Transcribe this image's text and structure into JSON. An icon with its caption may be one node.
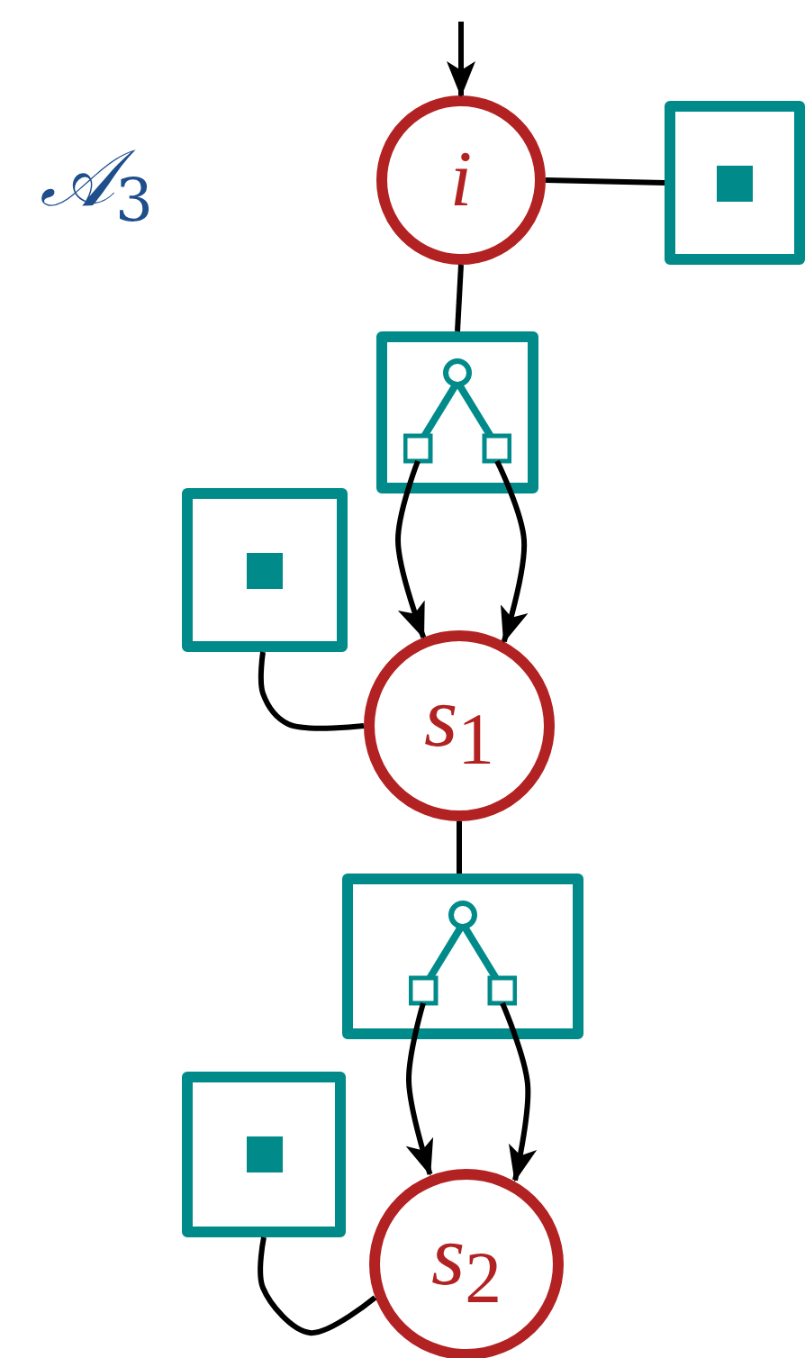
{
  "diagram": {
    "nodes": [
      {
        "text": [
          "i"
        ]
      },
      {
        "text": [],
        "shape": "box"
      },
      {
        "text": [],
        "shape": "box"
      },
      {
        "text": [],
        "shape": "box"
      },
      {
        "text": [
          "s$_{1}$"
        ]
      },
      {
        "text": [],
        "shape": "box"
      },
      {
        "text": [],
        "shape": "box"
      },
      {
        "text": [
          "s$_{2}$"
        ]
      }
    ],
    "edges": [
      {
        "from": null,
        "to": 0,
        "arrow": "to"
      },
      {
        "from": 0,
        "to": 1,
        "arrow": "none"
      },
      {
        "from": 0,
        "to": 2,
        "arrow": "none"
      },
      {
        "from": 2,
        "to": 4,
        "arrow": "to"
      },
      {
        "from": 2,
        "to": 4,
        "arrow": "to"
      },
      {
        "from": 3,
        "to": 4,
        "arrow": "none"
      },
      {
        "from": 4,
        "to": 5,
        "arrow": "none"
      },
      {
        "from": 5,
        "to": 7,
        "arrow": "to"
      },
      {
        "from": 5,
        "to": 7,
        "arrow": "to"
      },
      {
        "from": 6,
        "to": 7,
        "arrow": "none"
      }
    ],
    "labels": [
      "𝒜$_{3}$"
    ]
  }
}
